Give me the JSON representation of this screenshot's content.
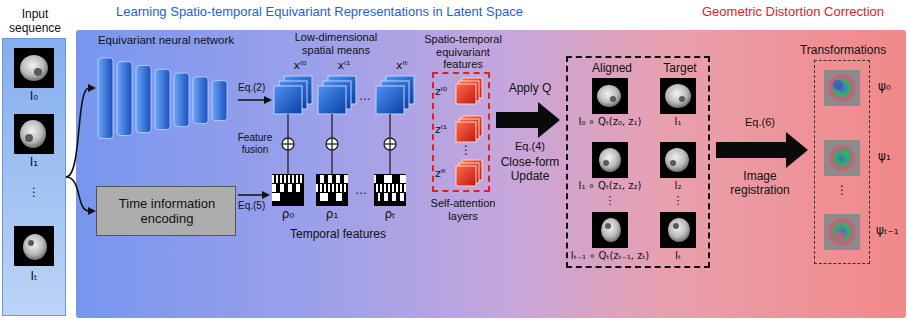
{
  "diagram": {
    "nodes": [
      {
        "text": [
          "Input sequence"
        ]
      },
      {
        "text": [
          "Learning Spatio-temporal Equivariant Representations in Latent Space",
          "Geometric Distortion Correction"
        ]
      },
      {
        "text": [
          "Equivariant neural network"
        ],
        "in": 1
      },
      {
        "text": [
          "Time information encoding"
        ],
        "in": 1
      },
      {
        "text": [
          "Spatio-temporal equivariant features",
          "Self-attention layers"
        ],
        "in": 1
      },
      {
        "text": [
          "Aligned",
          "Target"
        ],
        "in": 1
      },
      {
        "text": [
          "Transformations"
        ],
        "in": 1
      }
    ],
    "edges": [
      {
        "from": 0,
        "to": 2,
        "arrow": "to"
      },
      {
        "from": 0,
        "to": 3,
        "arrow": "to"
      },
      {
        "from": 4,
        "to": 5,
        "arrow": "to"
      },
      {
        "from": 5,
        "to": 6,
        "arrow": "to"
      }
    ],
    "labels": [
      "Eq.(2)",
      "Low-dimensional spatial means",
      "xᴵ⁰",
      "xᴵ¹",
      "…",
      "xᴵᵗ",
      "Feature fusion",
      "Eq.(5)",
      "ρ₀",
      "ρ₁",
      "…",
      "ρₜ",
      "Temporal features",
      "zᴵ⁰",
      "zᴵ¹",
      "⋮",
      "zᴵᵗ",
      "Apply Q",
      "Eq.(4)",
      "Close-form Update",
      "I₀ ∘ Qₜ(z₀, z₁)",
      "I₁",
      "I₁ ∘ Qₜ(z₁, z₂)",
      "I₂",
      "⋮",
      "⋮",
      "Iₜ₋₁ ∘ Qₜ(zₜ₋₁, zₜ)",
      "Iₜ",
      "Eq.(6)",
      "Image registration",
      "ψ₀",
      "ψ₁",
      "⋮",
      "ψₜ₋₁",
      "I₀",
      "I₁",
      "⋮",
      "Iₜ"
    ]
  }
}
